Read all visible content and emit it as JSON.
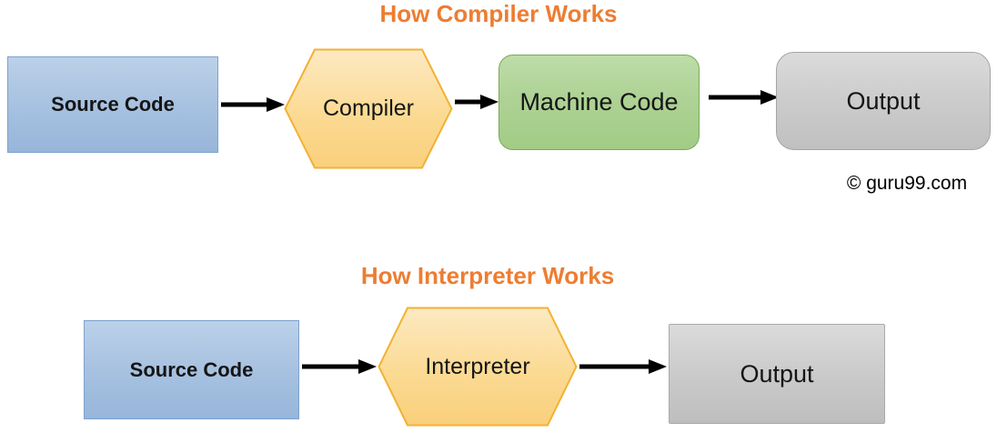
{
  "diagram": {
    "compiler_flow": {
      "title": "How Compiler Works",
      "nodes": {
        "source": "Source Code",
        "compiler": "Compiler",
        "machine_code": "Machine Code",
        "output": "Output"
      }
    },
    "interpreter_flow": {
      "title": "How Interpreter Works",
      "nodes": {
        "source": "Source Code",
        "interpreter": "Interpreter",
        "output": "Output"
      }
    },
    "watermark": "© guru99.com",
    "colors": {
      "title_orange": "#ED7D31",
      "source_box_fill": "#a9c3e1",
      "source_box_border": "#7ba2cf",
      "hexagon_fill": "#fad994",
      "hexagon_border": "#f2b233",
      "machine_code_fill": "#aed295",
      "machine_code_border": "#78aa53",
      "output_fill": "#cdcdcd",
      "output_border": "#a5a5a5",
      "arrow_color": "#000000"
    }
  }
}
